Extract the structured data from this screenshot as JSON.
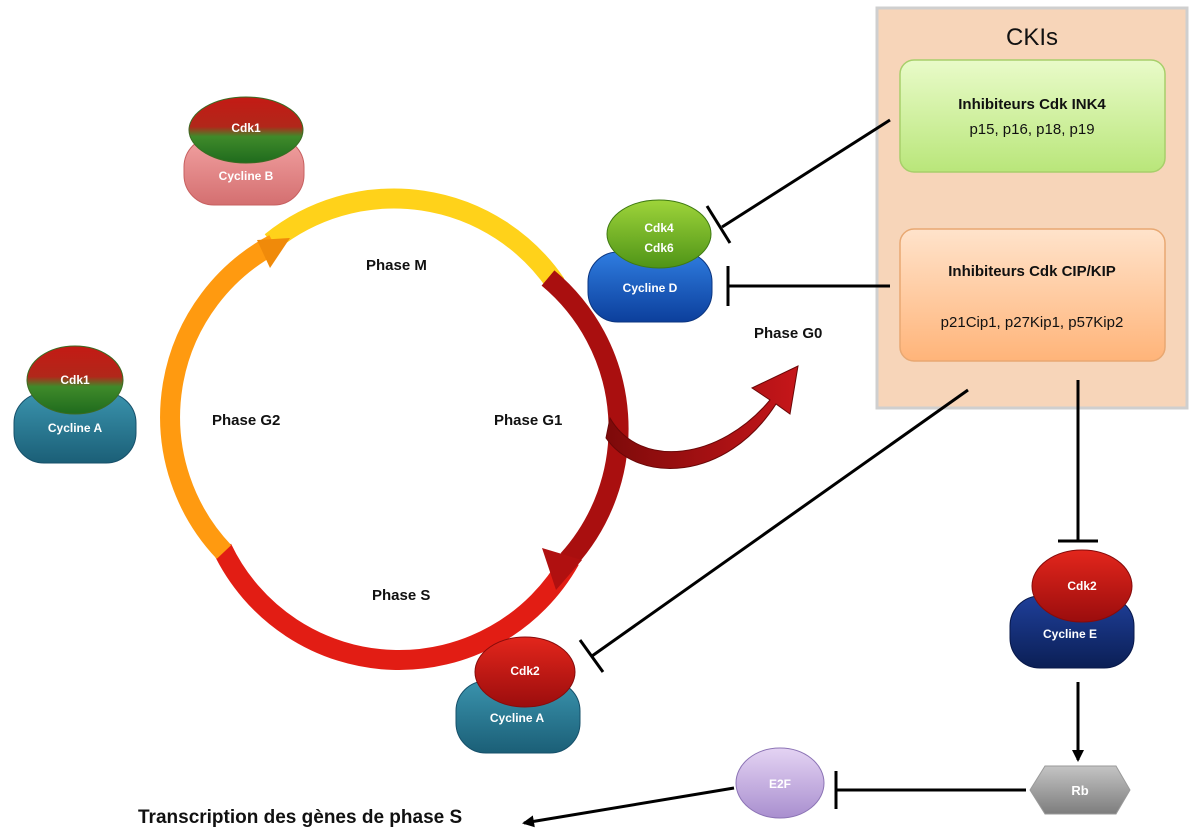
{
  "ckis": {
    "title": "CKIs",
    "ink4": {
      "title": "Inhibiteurs Cdk INK4",
      "members": "p15, p16,  p18,  p19"
    },
    "cipkip": {
      "title": "Inhibiteurs Cdk CIP/KIP",
      "members": "p21Cip1, p27Kip1,  p57Kip2"
    }
  },
  "phases": {
    "m": "Phase M",
    "g1": "Phase G1",
    "s": "Phase S",
    "g2": "Phase G2",
    "g0": "Phase G0"
  },
  "complexes": {
    "cdk1_cyclinB": {
      "cdk": "Cdk1",
      "cyclin": "Cycline B"
    },
    "cdk1_cyclinA": {
      "cdk": "Cdk1",
      "cyclin": "Cycline A"
    },
    "cdk46_cyclinD": {
      "cdk_line1": "Cdk4",
      "cdk_line2": "Cdk6",
      "cyclin": "Cycline D"
    },
    "cdk2_cyclinA": {
      "cdk": "Cdk2",
      "cyclin": "Cycline A"
    },
    "cdk2_cyclinE": {
      "cdk": "Cdk2",
      "cyclin": "Cycline E"
    }
  },
  "pathway": {
    "rb": "Rb",
    "e2f": "E2F",
    "transcription": "Transcription des gènes de phase  S"
  },
  "colors": {
    "ckis_panel": "#f7d5b9",
    "ink4_box": "#c9f08e",
    "cipkip_box": "#ffc494",
    "cycle_yellow": "#ffd21a",
    "cycle_orange": "#ff9a10",
    "cycle_red": "#d41812",
    "cycle_darkred": "#8d0b0b"
  }
}
